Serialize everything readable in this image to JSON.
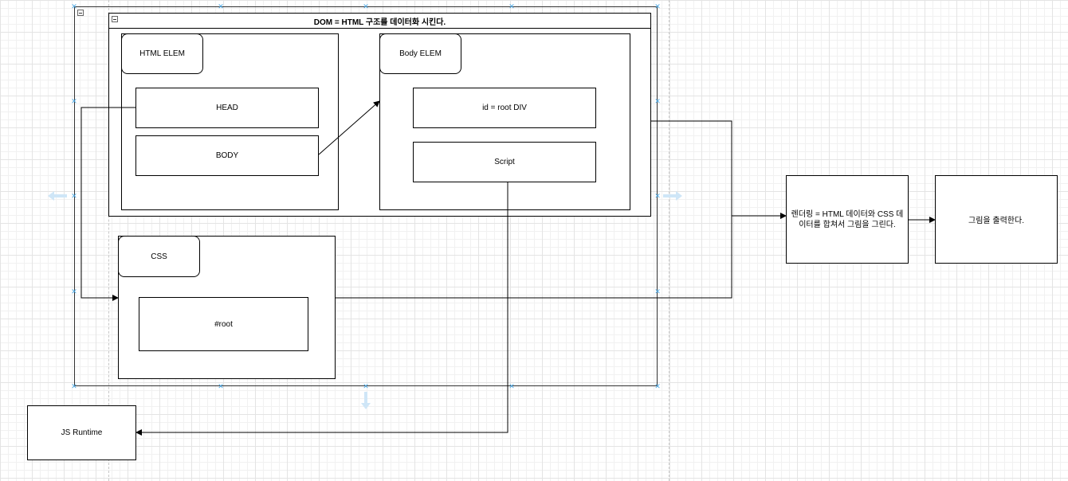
{
  "diagram": {
    "dom_container": {
      "title": "DOM = HTML 구조를 데이터화 시킨다."
    },
    "html_elem": {
      "label": "HTML ELEM",
      "head": "HEAD",
      "body": "BODY"
    },
    "body_elem": {
      "label": "Body ELEM",
      "root_div": "id = root DIV",
      "script": "Script"
    },
    "css": {
      "label": "CSS",
      "root_rule": "#root"
    },
    "js_runtime": {
      "label": "JS Runtime"
    },
    "rendering": {
      "label": "렌더링 = HTML 데이터와 CSS 데이터를 합쳐서 그림을 그린다."
    },
    "output": {
      "label": "그림을 출력한다."
    }
  },
  "colors": {
    "stroke": "#000000",
    "selection_handle": "#4aa8e6",
    "grid_major": "#e4e4e4",
    "grid_minor": "#f1f1f1"
  }
}
